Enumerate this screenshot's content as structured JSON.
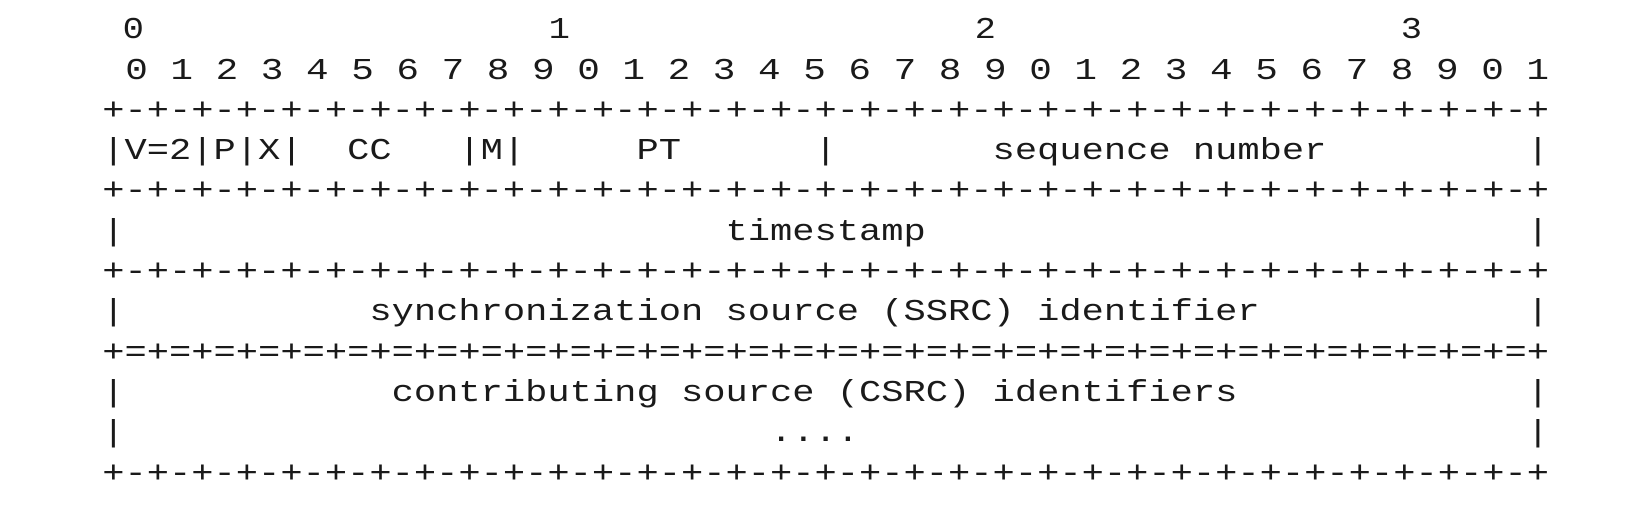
{
  "diagram": {
    "lines": [
      "  0                   1                   2                   3",
      "  0 1 2 3 4 5 6 7 8 9 0 1 2 3 4 5 6 7 8 9 0 1 2 3 4 5 6 7 8 9 0 1",
      " +-+-+-+-+-+-+-+-+-+-+-+-+-+-+-+-+-+-+-+-+-+-+-+-+-+-+-+-+-+-+-+-+",
      " |V=2|P|X|  CC   |M|     PT      |       sequence number         |",
      " +-+-+-+-+-+-+-+-+-+-+-+-+-+-+-+-+-+-+-+-+-+-+-+-+-+-+-+-+-+-+-+-+",
      " |                           timestamp                           |",
      " +-+-+-+-+-+-+-+-+-+-+-+-+-+-+-+-+-+-+-+-+-+-+-+-+-+-+-+-+-+-+-+-+",
      " |           synchronization source (SSRC) identifier            |",
      " +=+=+=+=+=+=+=+=+=+=+=+=+=+=+=+=+=+=+=+=+=+=+=+=+=+=+=+=+=+=+=+=+",
      " |            contributing source (CSRC) identifiers             |",
      " |                             ....                              |",
      " +-+-+-+-+-+-+-+-+-+-+-+-+-+-+-+-+-+-+-+-+-+-+-+-+-+-+-+-+-+-+-+-+"
    ]
  }
}
